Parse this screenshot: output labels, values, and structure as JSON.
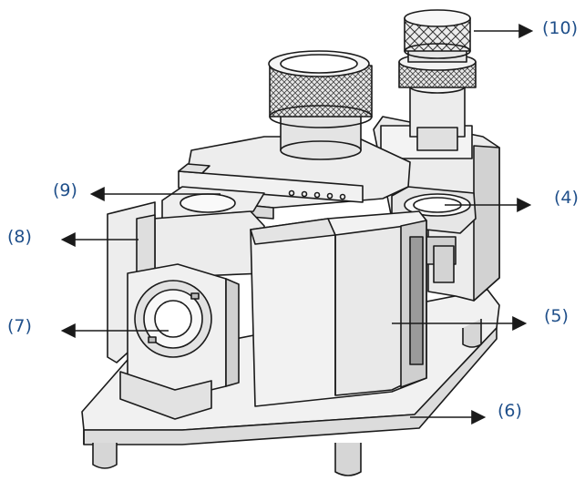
{
  "colors": {
    "line": "#1a1a1a",
    "label": "#1f4f8a",
    "shade_light": "#f4f4f4",
    "shade_mid": "#e3e3e3",
    "shade_dark": "#bdbdbd"
  },
  "callouts": [
    {
      "id": "4",
      "text": "(4)"
    },
    {
      "id": "5",
      "text": "(5)"
    },
    {
      "id": "6",
      "text": "(6)"
    },
    {
      "id": "7",
      "text": "(7)"
    },
    {
      "id": "8",
      "text": "(8)"
    },
    {
      "id": "9",
      "text": "(9)"
    },
    {
      "id": "10",
      "text": "(10)"
    }
  ]
}
